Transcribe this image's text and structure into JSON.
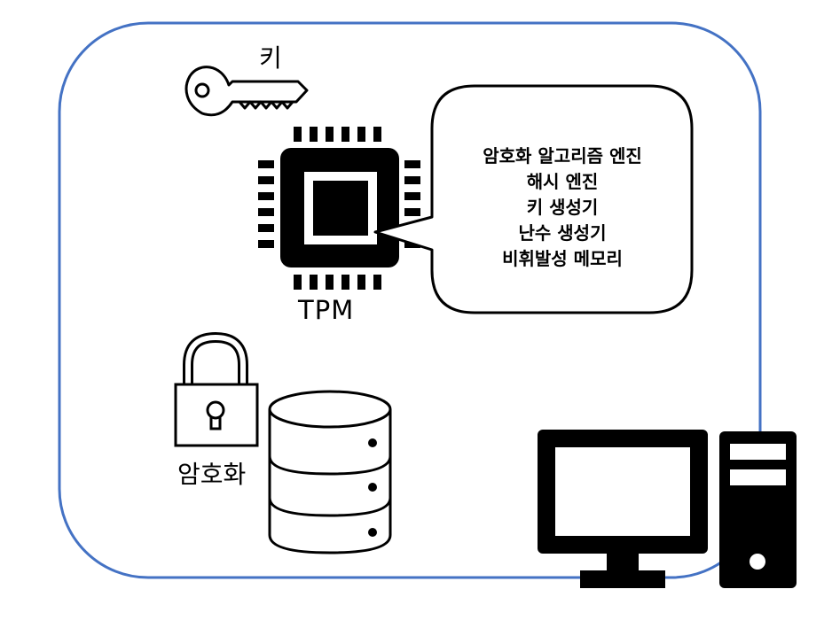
{
  "labels": {
    "key": "키",
    "tpm": "TPM",
    "encryption": "암호화"
  },
  "tpm_features": [
    "암호화 알고리즘 엔진",
    "해시 엔진",
    "키 생성기",
    "난수 생성기",
    "비휘발성 메모리"
  ],
  "colors": {
    "boundary": "#4472C4",
    "icon": "#000000",
    "background": "#ffffff"
  },
  "icons": [
    "key-icon",
    "tpm-chip-icon",
    "padlock-icon",
    "database-icon",
    "computer-icon"
  ]
}
